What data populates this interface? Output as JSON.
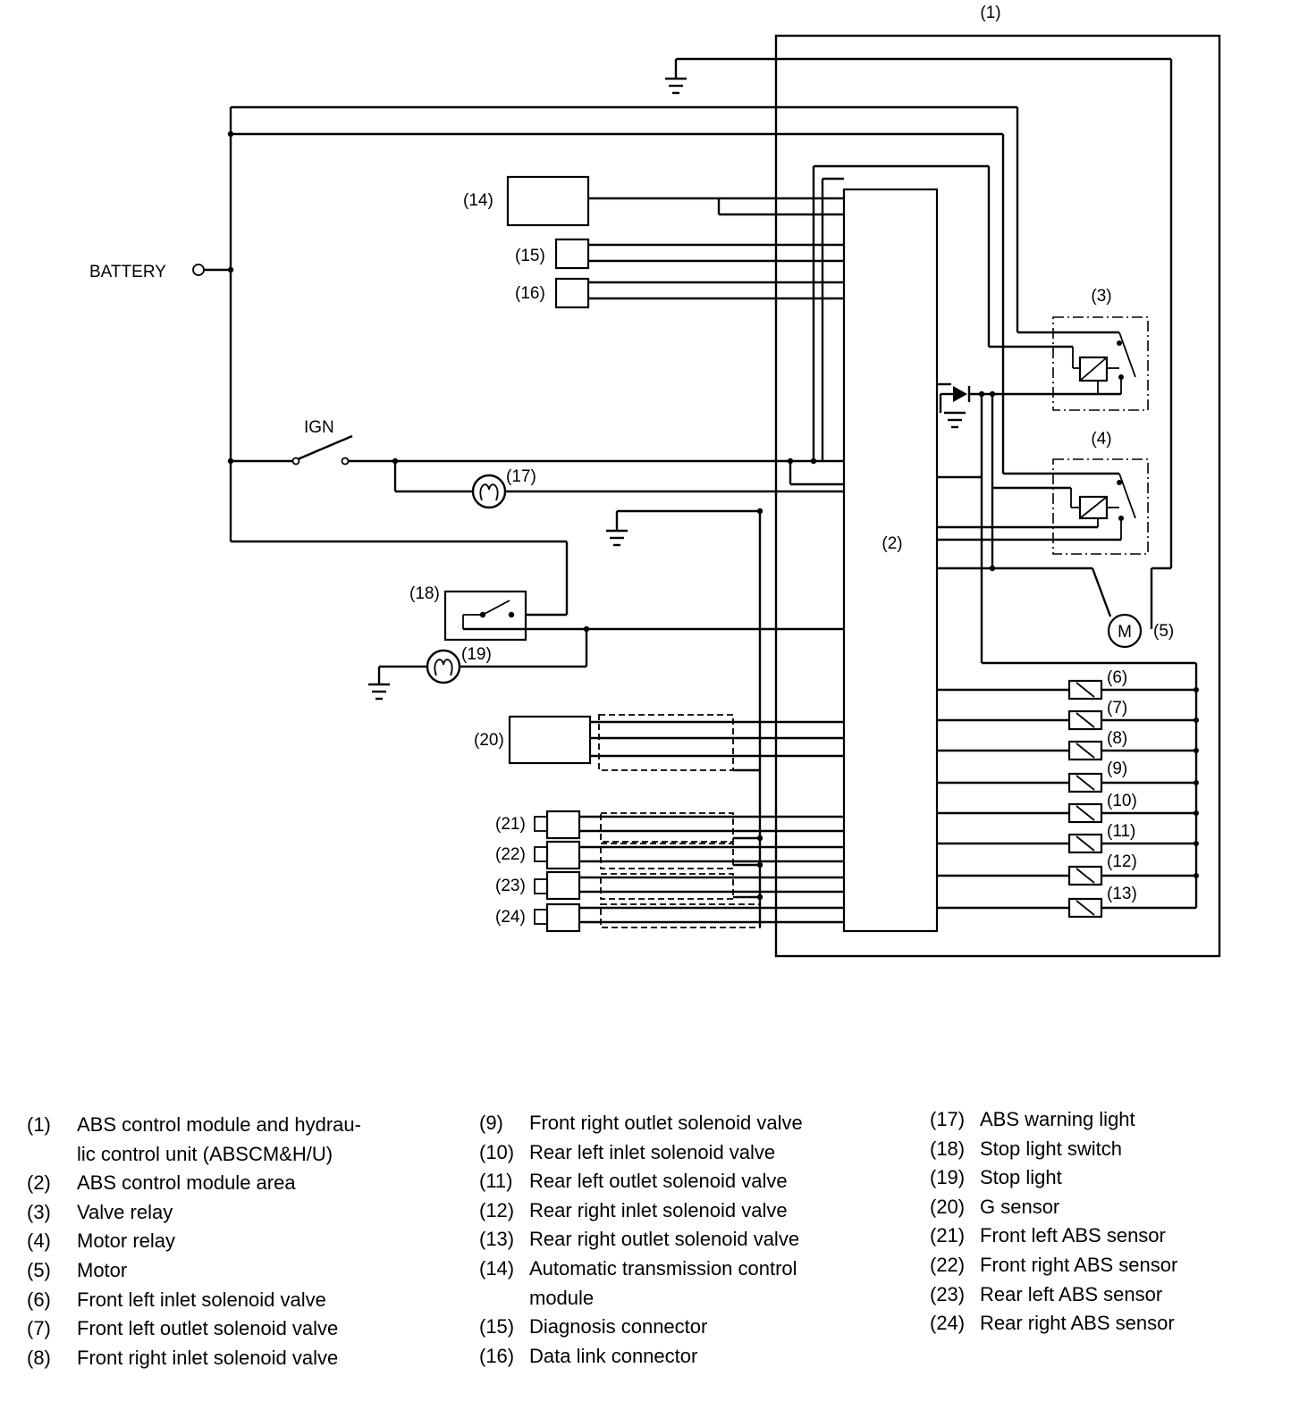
{
  "labels": {
    "c1": "(1)",
    "c2": "(2)",
    "c3": "(3)",
    "c4": "(4)",
    "c5": "(5)",
    "c6": "(6)",
    "c7": "(7)",
    "c8": "(8)",
    "c9": "(9)",
    "c10": "(10)",
    "c11": "(11)",
    "c12": "(12)",
    "c13": "(13)",
    "c14": "(14)",
    "c15": "(15)",
    "c16": "(16)",
    "c17": "(17)",
    "c18": "(18)",
    "c19": "(19)",
    "c20": "(20)",
    "c21": "(21)",
    "c22": "(22)",
    "c23": "(23)",
    "c24": "(24)",
    "battery": "BATTERY",
    "ign": "IGN",
    "motor": "M"
  },
  "legend": {
    "col1": [
      {
        "num": "(1)",
        "text": "ABS control module and hydrau-"
      },
      {
        "num": "",
        "text": "lic control unit (ABSCM&H/U)"
      },
      {
        "num": "(2)",
        "text": "ABS control module area"
      },
      {
        "num": "(3)",
        "text": "Valve relay"
      },
      {
        "num": "(4)",
        "text": "Motor relay"
      },
      {
        "num": "(5)",
        "text": "Motor"
      },
      {
        "num": "(6)",
        "text": "Front left inlet solenoid valve"
      },
      {
        "num": "(7)",
        "text": "Front left outlet solenoid valve"
      },
      {
        "num": "(8)",
        "text": "Front right inlet solenoid valve"
      }
    ],
    "col2": [
      {
        "num": "(9)",
        "text": "Front right outlet solenoid valve"
      },
      {
        "num": "(10)",
        "text": "Rear left inlet solenoid valve"
      },
      {
        "num": "(11)",
        "text": "Rear left outlet solenoid valve"
      },
      {
        "num": "(12)",
        "text": "Rear right inlet solenoid valve"
      },
      {
        "num": "(13)",
        "text": "Rear right outlet solenoid valve"
      },
      {
        "num": "(14)",
        "text": "Automatic transmission control"
      },
      {
        "num": "",
        "text": "module"
      },
      {
        "num": "(15)",
        "text": "Diagnosis connector"
      },
      {
        "num": "(16)",
        "text": "Data link connector"
      }
    ],
    "col3": [
      {
        "num": "(17)",
        "text": "ABS warning light"
      },
      {
        "num": "(18)",
        "text": "Stop light switch"
      },
      {
        "num": "(19)",
        "text": "Stop light"
      },
      {
        "num": "(20)",
        "text": "G sensor"
      },
      {
        "num": "(21)",
        "text": "Front left ABS sensor"
      },
      {
        "num": "(22)",
        "text": "Front right ABS sensor"
      },
      {
        "num": "(23)",
        "text": "Rear left ABS sensor"
      },
      {
        "num": "(24)",
        "text": "Rear right ABS sensor"
      }
    ]
  }
}
